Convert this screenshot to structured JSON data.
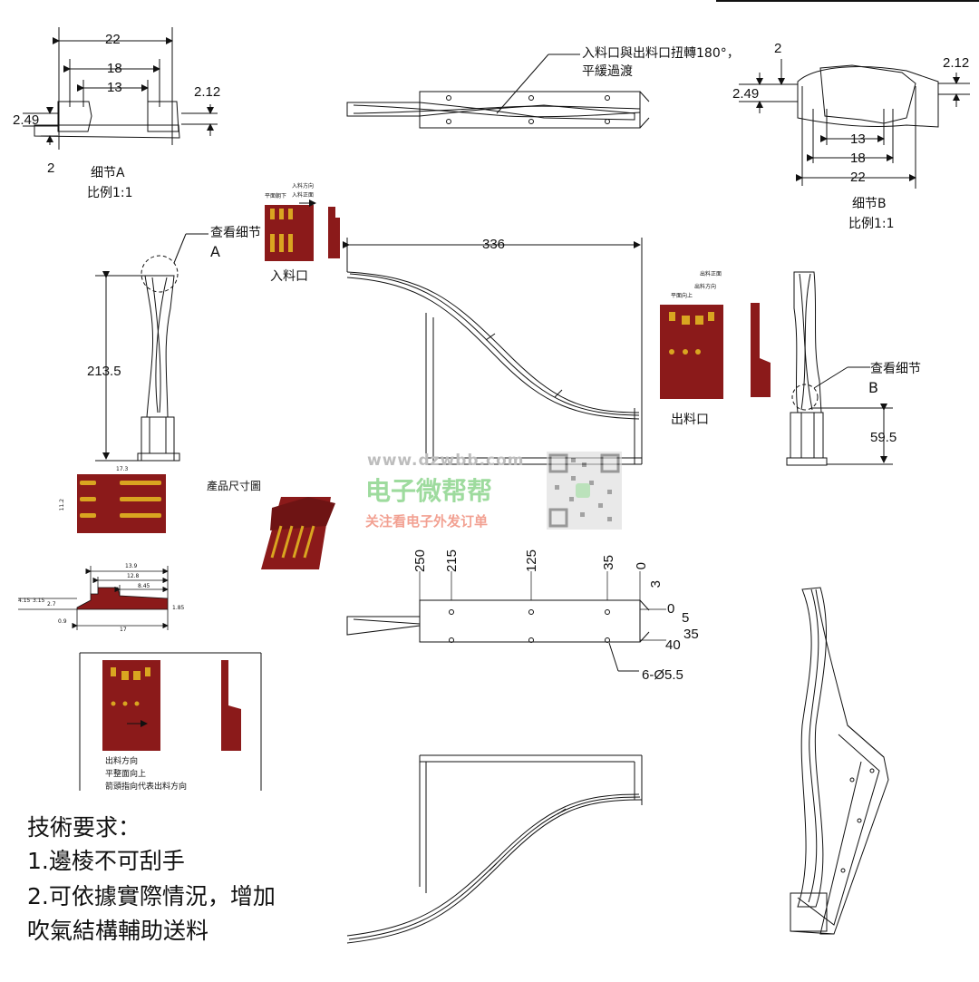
{
  "detail_a": {
    "dims": [
      "22",
      "18",
      "13",
      "2.12",
      "2.49",
      "2"
    ],
    "title": "细节A",
    "scale": "比例1:1"
  },
  "detail_b": {
    "dims": [
      "2",
      "2.12",
      "2.49",
      "13",
      "18",
      "22"
    ],
    "title": "细节B",
    "scale": "比例1:1"
  },
  "twist_note": {
    "line1": "入料口與出料口扭轉180°，",
    "line2": "平緩過渡"
  },
  "side_view": {
    "view_a_label_1": "查看细节",
    "view_a_label_2": "A",
    "height": "213.5"
  },
  "front_view": {
    "length": "336",
    "inlet": "入料口",
    "outlet": "出料口"
  },
  "right_view": {
    "view_b_label_1": "查看细节",
    "view_b_label_2": "B",
    "height": "59.5"
  },
  "product_drawing": {
    "label": "產品尺寸圖",
    "dims_top": [
      "17.3",
      "11.2"
    ],
    "dims_side": [
      "13.9",
      "12.8",
      "8.45",
      "4.15",
      "3.15",
      "2.7",
      "0.9",
      "1.85",
      "17"
    ]
  },
  "inlet_sketch": {
    "small_1": "平面朝下",
    "small_2": "入料方向",
    "small_3": "入料正面"
  },
  "outlet_sketch": {
    "small_1": "出料正面",
    "small_2": "出料方向",
    "small_3": "平面向上"
  },
  "hole_plan": {
    "x_ticks": [
      "250",
      "215",
      "125",
      "35",
      "0"
    ],
    "y_ticks": [
      "3",
      "0",
      "5",
      "35",
      "40"
    ],
    "holes": "6-Ø5.5"
  },
  "output_box": {
    "line1": "出料方向",
    "line2": "平整面向上",
    "line3": "箭頭指向代表出料方向"
  },
  "tech_requirements": {
    "title": "技術要求：",
    "item1": "1.邊棱不可刮手",
    "item2": "2.可依據實際情況，增加",
    "item3": "吹氣結構輔助送料"
  },
  "watermark": {
    "url": "www.dzwbb.com",
    "brand": "电子微帮帮",
    "slogan": "关注看电子外发订单"
  },
  "colors": {
    "line": "#111111",
    "part_red": "#8b1a1a",
    "pin_gold": "#d9a520",
    "wm_green": "#7ed07e",
    "wm_red": "#f08a78"
  }
}
